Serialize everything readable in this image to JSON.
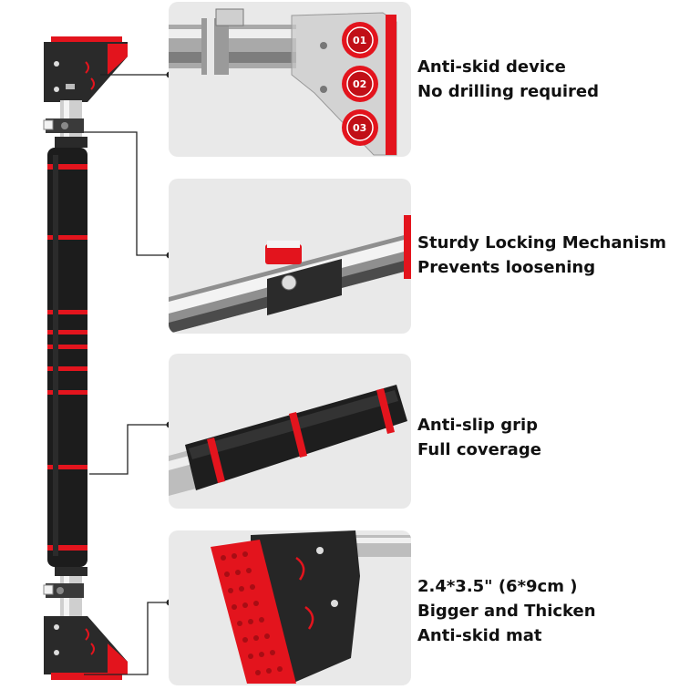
{
  "features": [
    {
      "line1": "Anti-skid device",
      "line2": "No drilling required"
    },
    {
      "line1": "Sturdy Locking Mechanism",
      "line2": "Prevents loosening"
    },
    {
      "line1": "Anti-slip grip",
      "line2": "Full coverage"
    },
    {
      "line1": "2.4*3.5\" (6*9cm )",
      "line2": "Bigger and Thicken",
      "line3": "Anti-skid mat"
    }
  ],
  "gear_labels": [
    "01",
    "02",
    "03"
  ],
  "colors": {
    "accent": "#e3141d",
    "foam": "#1c1c1c",
    "panel": "#e9e9e9",
    "text": "#111111"
  },
  "icons": [
    "bar-icon",
    "gear-icon",
    "lock-clip-icon",
    "grip-icon",
    "mat-pad-icon"
  ]
}
